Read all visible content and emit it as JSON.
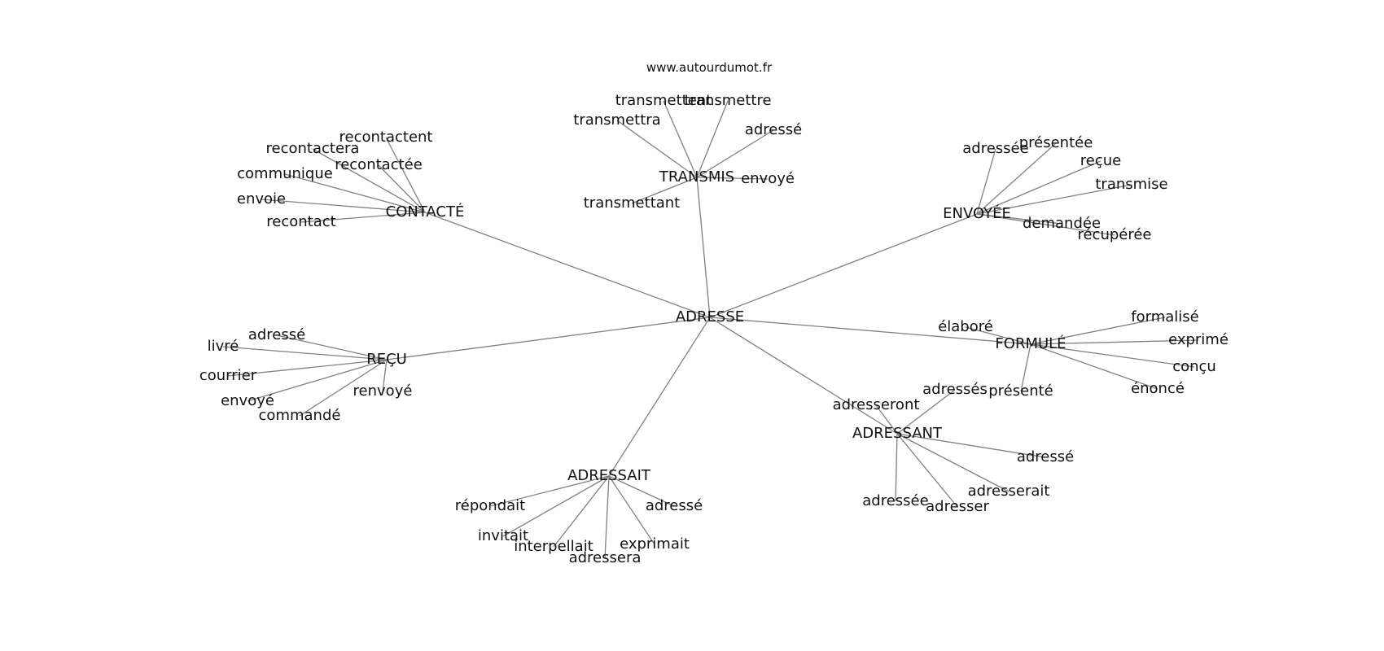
{
  "header": {
    "site": "www.autourdumot.fr"
  },
  "center": "ADRESSE",
  "clusters": [
    {
      "hub": "CONTACTÉ",
      "words": [
        "recontactent",
        "recontactera",
        "recontactée",
        "communique",
        "envoie",
        "recontact"
      ]
    },
    {
      "hub": "TRANSMIS",
      "words": [
        "transmettent",
        "transmettre",
        "transmettra",
        "adressé",
        "envoyé",
        "transmettant"
      ]
    },
    {
      "hub": "ENVOYÉE",
      "words": [
        "adressée",
        "présentée",
        "reçue",
        "transmise",
        "demandée",
        "récupérée"
      ]
    },
    {
      "hub": "REÇU",
      "words": [
        "adressé",
        "livré",
        "courrier",
        "renvoyé",
        "envoyé",
        "commandé"
      ]
    },
    {
      "hub": "FORMULÉ",
      "words": [
        "élaboré",
        "formalisé",
        "exprimé",
        "conçu",
        "énoncé",
        "présenté"
      ]
    },
    {
      "hub": "ADRESSANT",
      "words": [
        "adressés",
        "adresseront",
        "adressé",
        "adresserait",
        "adressée",
        "adresser"
      ]
    },
    {
      "hub": "ADRESSAIT",
      "words": [
        "répondait",
        "adressé",
        "invitait",
        "interpellait",
        "exprimait",
        "adressera"
      ]
    }
  ]
}
